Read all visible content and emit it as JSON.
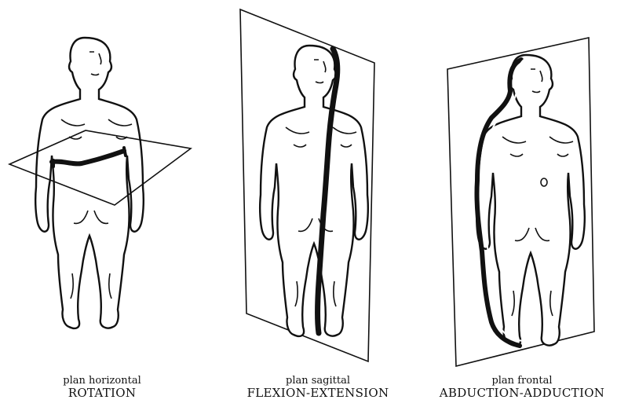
{
  "figures": [
    {
      "id": "horizontal",
      "plane_label": "plan horizontal",
      "movement_label": "ROTATION"
    },
    {
      "id": "sagittal",
      "plane_label": "plan sagittal",
      "movement_label": "FLEXION-EXTENSION"
    },
    {
      "id": "frontal",
      "plane_label": "plan frontal",
      "movement_label": "ABDUCTION-ADDUCTION"
    }
  ],
  "colors": {
    "ink": "#111111",
    "background": "#ffffff"
  }
}
